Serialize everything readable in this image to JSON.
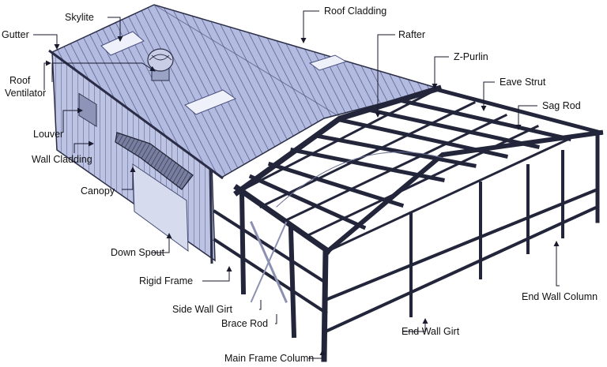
{
  "labels": {
    "skylite": "Skylite",
    "gutter": "Gutter",
    "roof_ventilator_line1": "Roof",
    "roof_ventilator_line2": "Ventilator",
    "louver": "Louver",
    "wall_cladding": "Wall Cladding",
    "canopy": "Canopy",
    "down_spout": "Down Spout",
    "rigid_frame": "Rigid Frame",
    "side_wall_girt": "Side Wall Girt",
    "brace_rod": "Brace Rod",
    "main_frame_column": "Main Frame Column",
    "roof_cladding": "Roof Cladding",
    "rafter": "Rafter",
    "z_purlin": "Z-Purlin",
    "eave_strut": "Eave Strut",
    "sag_rod": "Sag Rod",
    "end_wall_column": "End Wall Column",
    "end_wall_girt": "End Wall Girt"
  },
  "colors": {
    "steel": "#23253a",
    "cladding": "#aab3da",
    "cladding_line": "#5d6590",
    "wall": "#b7bedf",
    "leader": "#1a1a2e"
  }
}
